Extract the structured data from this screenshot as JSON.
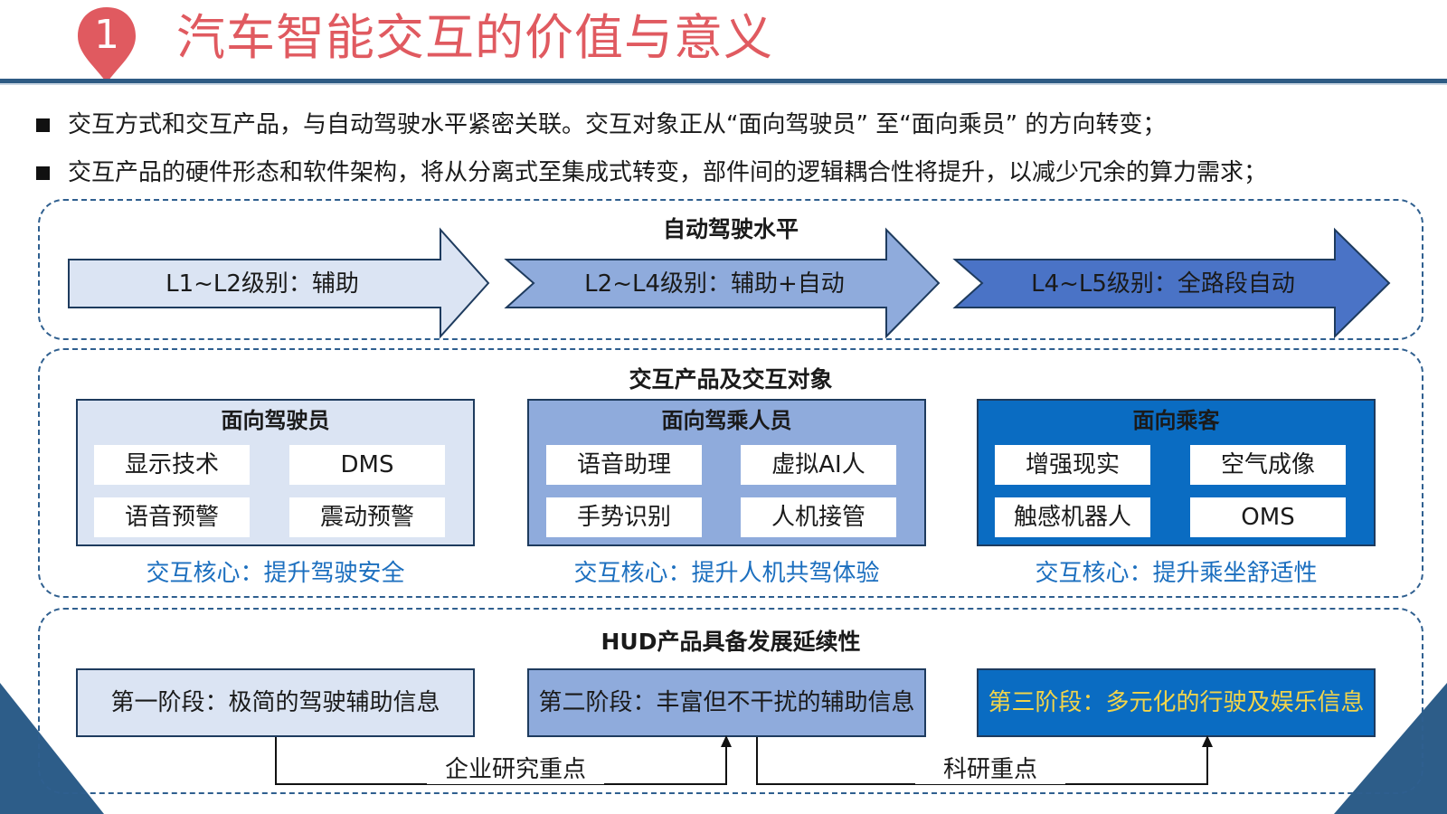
{
  "header": {
    "section_number": "1",
    "title": "汽车智能交互的价值与意义"
  },
  "bullets": [
    "交互方式和交互产品，与自动驾驶水平紧密关联。交互对象正从“面向驾驶员” 至“面向乘员” 的方向转变；",
    "交互产品的硬件形态和软件架构，将从分离式至集成式转变，部件间的逻辑耦合性将提升，以减少冗余的算力需求；"
  ],
  "autonomy": {
    "title": "自动驾驶水平",
    "levels": [
      {
        "label": "L1~L2级别：辅助",
        "color": "#dbe4f3"
      },
      {
        "label": "L2~L4级别：辅助+自动",
        "color": "#8fabdc"
      },
      {
        "label": "L4~L5级别：全路段自动",
        "color": "#4a73c6"
      }
    ]
  },
  "products": {
    "title": "交互产品及交互对象",
    "groups": [
      {
        "title": "面向驾驶员",
        "color": "#dbe4f3",
        "items": [
          "显示技术",
          "DMS",
          "语音预警",
          "震动预警"
        ],
        "core": "交互核心：提升驾驶安全"
      },
      {
        "title": "面向驾乘人员",
        "color": "#8fabdc",
        "items": [
          "语音助理",
          "虚拟AI人",
          "手势识别",
          "人机接管"
        ],
        "core": "交互核心：提升人机共驾体验"
      },
      {
        "title": "面向乘客",
        "color": "#0a6cc2",
        "items": [
          "增强现实",
          "空气成像",
          "触感机器人",
          "OMS"
        ],
        "core": "交互核心：提升乘坐舒适性"
      }
    ]
  },
  "hud": {
    "title": "HUD产品具备发展延续性",
    "stages": [
      {
        "label": "第一阶段：极简的驾驶辅助信息",
        "color": "#dbe4f3",
        "text_color": "#1a1a1a"
      },
      {
        "label": "第二阶段：丰富但不干扰的辅助信息",
        "color": "#8fabdc",
        "text_color": "#1a1a1a"
      },
      {
        "label": "第三阶段：多元化的行驶及娱乐信息",
        "color": "#0a6cc2",
        "text_color": "#f2d44a"
      }
    ],
    "links": [
      "企业研究重点",
      "科研重点"
    ]
  },
  "colors": {
    "accent_red": "#e05a60",
    "rule_blue": "#2e5b84",
    "core_text_blue": "#1c6fbf",
    "corner_blue": "#2d5d89"
  }
}
